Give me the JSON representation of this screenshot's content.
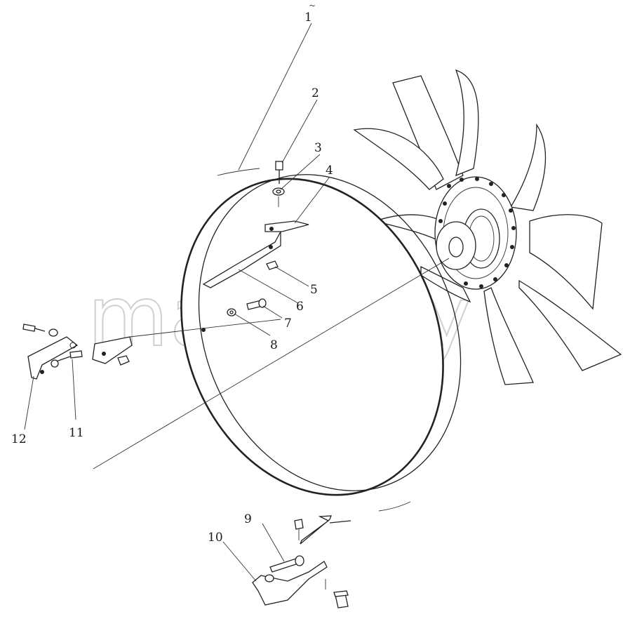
{
  "figure": {
    "callouts": [
      "1",
      "2",
      "3",
      "4",
      "5",
      "6",
      "7",
      "8",
      "9",
      "10",
      "11",
      "12"
    ],
    "watermark": "mazik.by",
    "page_mark": "~"
  }
}
